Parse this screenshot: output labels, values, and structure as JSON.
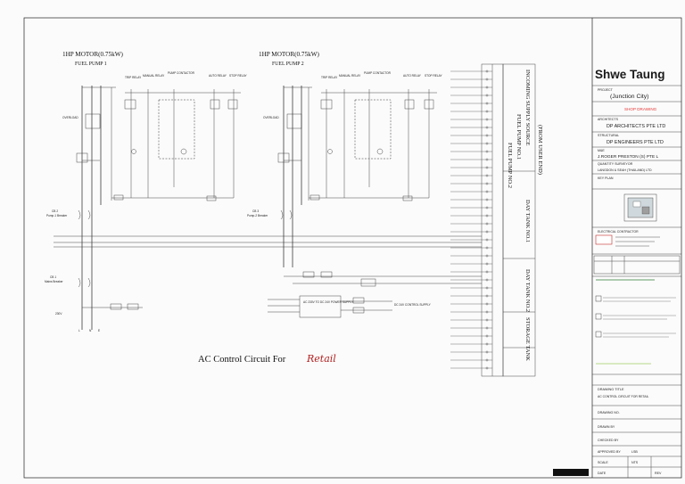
{
  "title_block": {
    "company": "Shwe Taung",
    "project_label": "PROJECT",
    "project_name": "(Junction City)",
    "stamp": "SHOP DRAWING",
    "architects_label": "ARCHITECTS",
    "architects": "DP ARCHITECTS PTE LTD",
    "structural_label": "STRUCTURAL",
    "structural": "DP ENGINEERS PTE LTD",
    "mne_label": "M&E",
    "mne": "J.ROGER PRESTON (S) PTE L",
    "qs_label": "QUANTITY SURVEYOR",
    "qs": "LANGDON & SEAH (THAILAND) LTD",
    "key_plan_label": "KEY PLAN",
    "contractor_label": "ELECTRICAL CONTRACTOR",
    "drawing_title_label": "DRAWING TITLE",
    "drawing_title": "AC CONTROL CIRCUIT FOR RETAIL",
    "drawing_no_label": "DRAWING NO.",
    "drawn_by_label": "DRAWN BY",
    "checked_by_label": "CHECKED BY",
    "approved_by_label": "APPROVED BY",
    "approved_by": "LSB",
    "scale_label": "SCALE",
    "scale": "NTS",
    "date_label": "DATE",
    "rev_label": "REV"
  },
  "diagram": {
    "caption_printed": "AC Control Circuit For",
    "caption_handwritten": "Retail",
    "motor1_title": "1HP MOTOR(0.75kW)",
    "motor1_sub": "FUEL PUMP 1",
    "motor2_title": "1HP MOTOR(0.75kW)",
    "motor2_sub": "FUEL PUMP 2",
    "col_trip": "TRIP RELAY",
    "col_manual": "MANUAL RELAY",
    "col_contactor": "PUMP CONTACTOR",
    "col_auto": "AUTO RELAY",
    "col_stop": "STOP RELAY",
    "cb1": "CB 1",
    "cb1_desc": "Mains Breaker",
    "cb2": "CB 2",
    "cb2_desc": "Pump-1 Breaker",
    "cb3": "CB 3",
    "cb3_desc": "Pump-2 Breaker",
    "overload": "OVERLOAD",
    "power_supply": "AC 230V TO DC 24V POWER SUPPLY",
    "dc_out": "DC 24V CONTROL SUPPLY"
  },
  "terminal_groups": {
    "from_user_end": "(FROM USER END)",
    "incoming": "INCOMING SUPPLY SOURCE",
    "pump1": "FUEL PUMP NO.1",
    "pump2": "FUEL PUMP NO.2",
    "day_tank1": "DAY TANK NO.1",
    "day_tank2": "DAY TANK NO.2",
    "storage_tank": "STORAGE TANK"
  }
}
